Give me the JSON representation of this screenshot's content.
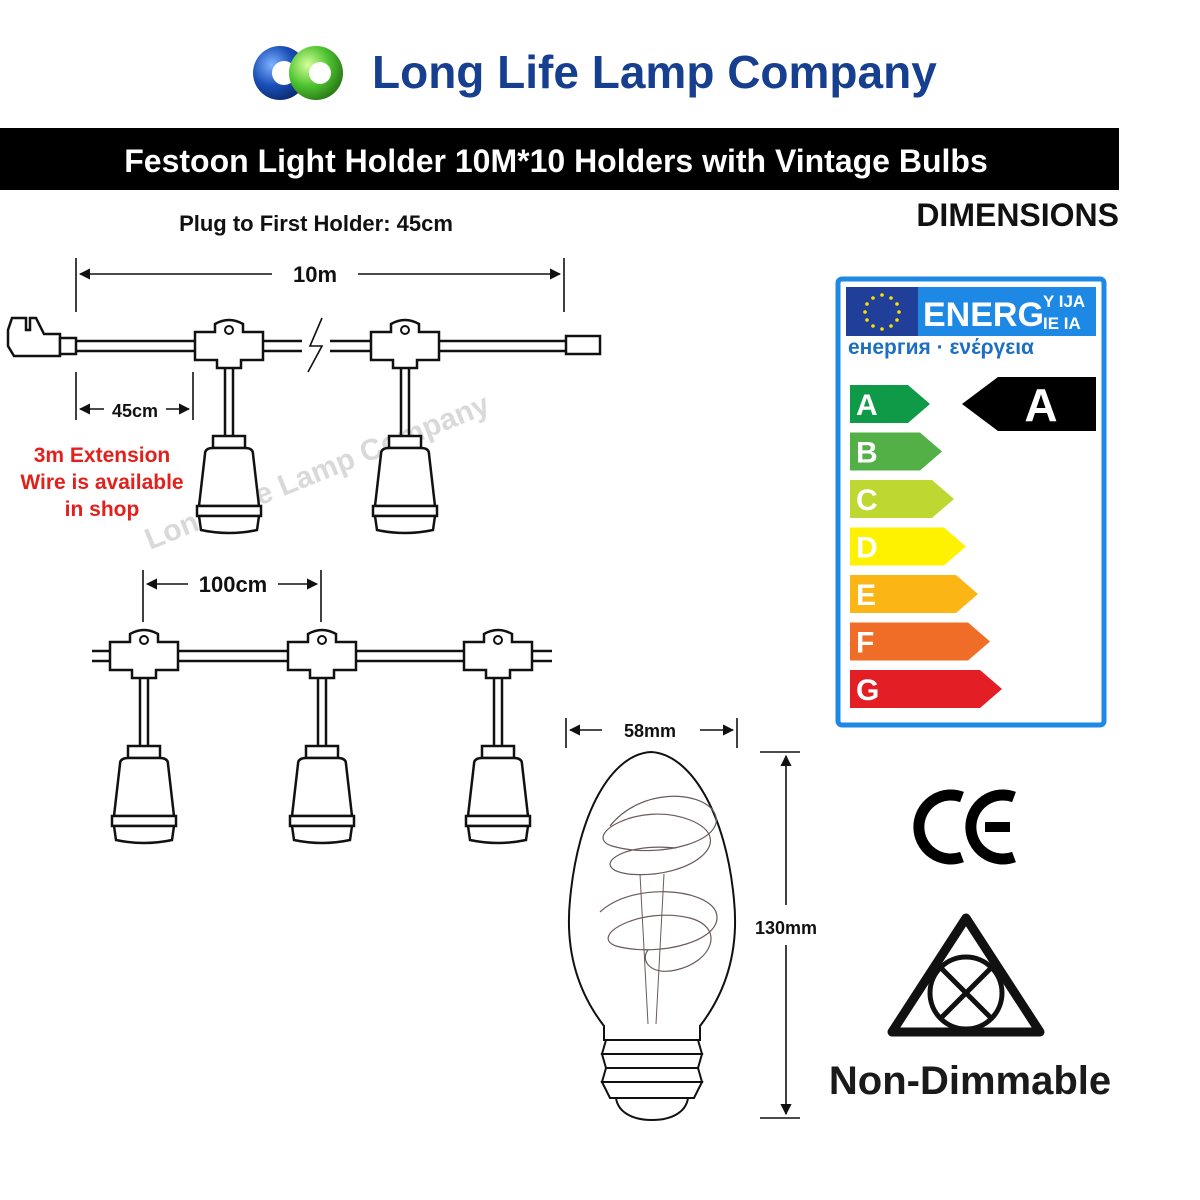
{
  "brand": {
    "name": "Long Life Lamp Company"
  },
  "title": {
    "text": "Festoon Light Holder 10M*10 Holders with Vintage Bulbs"
  },
  "section": {
    "heading": "DIMENSIONS"
  },
  "labels": {
    "plug_to_first": "Plug to First Holder: 45cm",
    "total_length": "10m",
    "plug_offset": "45cm",
    "holder_spacing": "100cm",
    "bulb_width": "58mm",
    "bulb_height": "130mm"
  },
  "note": {
    "lines": [
      "3m Extension",
      "Wire is available",
      "in shop"
    ]
  },
  "watermark": {
    "text": "Long Life Lamp Company"
  },
  "energy_label": {
    "header_main": "ENERG",
    "header_top": "Y IJA",
    "header_bottom": "IE IA",
    "subtitle": "енергия · ενέργεια",
    "classes": [
      "A",
      "B",
      "C",
      "D",
      "E",
      "F",
      "G"
    ],
    "class_colors": [
      "#0f9a48",
      "#52b046",
      "#bfd731",
      "#fff200",
      "#fbb615",
      "#ef6d26",
      "#e31e25"
    ],
    "rating": "A",
    "border_color": "#1e88e5"
  },
  "marks": {
    "ce": "CE",
    "dimmable": "Non-Dimmable"
  },
  "colors": {
    "brand_blue": "#173f8f",
    "accent_red": "#e3201b",
    "title_bar": "#000000"
  }
}
